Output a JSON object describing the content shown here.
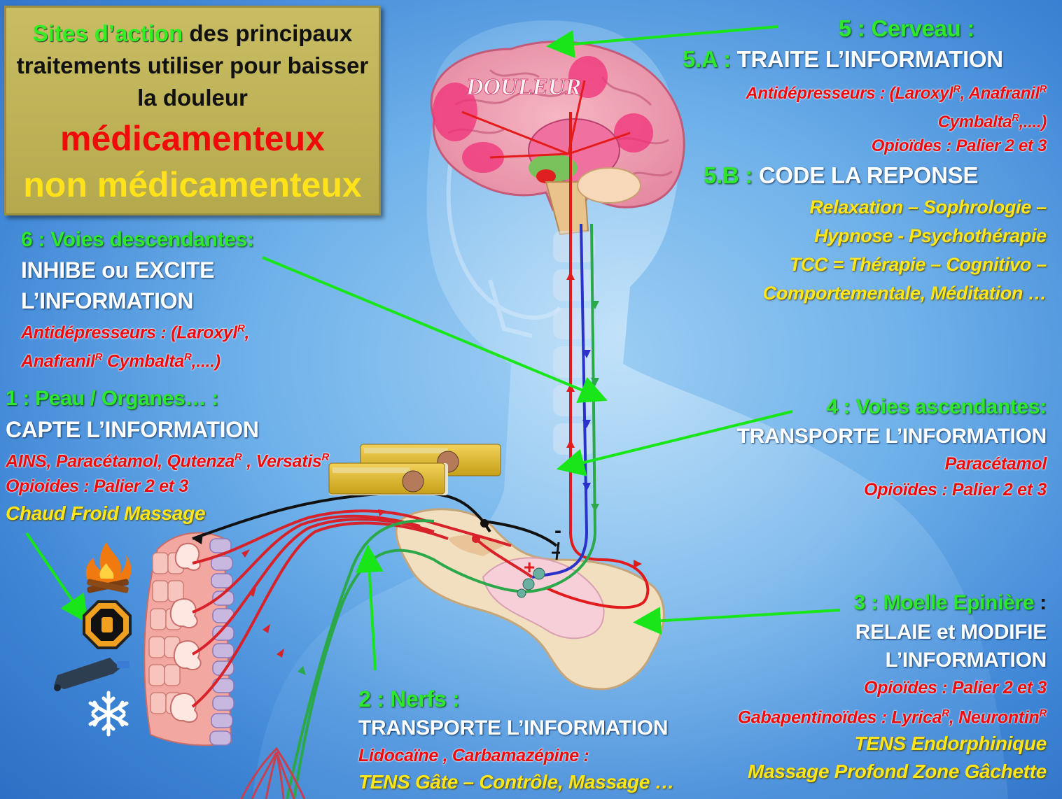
{
  "title_box": {
    "green_part": "Sites d’action",
    "line1_rest": " des principaux",
    "line2": "traitements utiliser pour baisser",
    "line3": "la douleur",
    "red_line": "médicamenteux",
    "yellow_line": "non médicamenteux"
  },
  "brain_label": "DOULEUR",
  "minus_sign": "-",
  "plus_sign": "+",
  "section5": {
    "head": "5 : Cerveau :",
    "a_num": "5.A : ",
    "a_title": "TRAITE L’INFORMATION",
    "a_red1": "Antidépresseurs : (Laroxyl",
    "a_red1b": ", Anafranil",
    "a_red2": "Cymbalta",
    "a_red2b": ",....)",
    "a_red3": "Opioïdes : Palier 2 et 3",
    "b_num": "5.B : ",
    "b_title": "CODE LA REPONSE",
    "b_y1": "Relaxation – Sophrologie –",
    "b_y2": "Hypnose - Psychothérapie",
    "b_y3": "TCC = Thérapie – Cognitivo –",
    "b_y4": "Comportementale, Méditation …"
  },
  "section6": {
    "head": "6 : Voies descendantes:",
    "w1": "INHIBE ou EXCITE",
    "w2": "L’INFORMATION",
    "r1": "Antidépresseurs : (Laroxyl",
    "r1b": ",",
    "r2a": "Anafranil",
    "r2b": " Cymbalta",
    "r2c": ",....)"
  },
  "section1": {
    "head": "1 : Peau / Organes… :",
    "w1": "CAPTE L’INFORMATION",
    "r1a": "AINS, Paracétamol, Qutenza",
    "r1b": " , Versatis",
    "r2": "Opioides : Palier 2 et 3",
    "y1": "Chaud  Froid  Massage"
  },
  "section4": {
    "head": "4 : Voies ascendantes:",
    "w1": "TRANSPORTE L’INFORMATION",
    "r1": "Paracétamol",
    "r2": "Opioïdes : Palier 2 et 3"
  },
  "section3": {
    "head": "3 : Moelle Epinière",
    "head_colon": " :",
    "w1": "RELAIE et MODIFIE",
    "w2": "L’INFORMATION",
    "r1": "Opioïdes : Palier 2 et 3",
    "r2a": "Gabapentinoïdes : Lyrica",
    "r2b": ", Neurontin",
    "y1": "TENS Endorphinique",
    "y2": "Massage Profond  Zone Gâchette"
  },
  "section2": {
    "head": "2 : Nerfs :",
    "w1": "TRANSPORTE L’INFORMATION",
    "r1": "Lidocaïne , Carbamazépine :",
    "y1": "TENS  Gâte – Contrôle, Massage …"
  },
  "trademark": "R",
  "icons": [
    "fire-icon",
    "hot-pack-icon",
    "massage-device-icon",
    "snowflake-icon"
  ],
  "colors": {
    "green": "#2ee82e",
    "red": "#ee0a0a",
    "yellow": "#ffe61a",
    "white": "#ffffff",
    "box": "#c0b458"
  }
}
